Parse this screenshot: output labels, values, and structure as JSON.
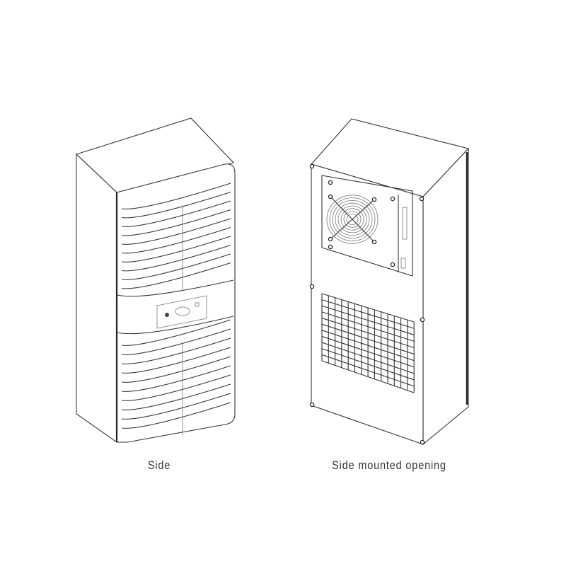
{
  "figures": [
    {
      "caption": "Side",
      "icon": "air-conditioner-front-louvered"
    },
    {
      "caption": "Side mounted opening",
      "icon": "air-conditioner-rear-fan-panel"
    }
  ]
}
